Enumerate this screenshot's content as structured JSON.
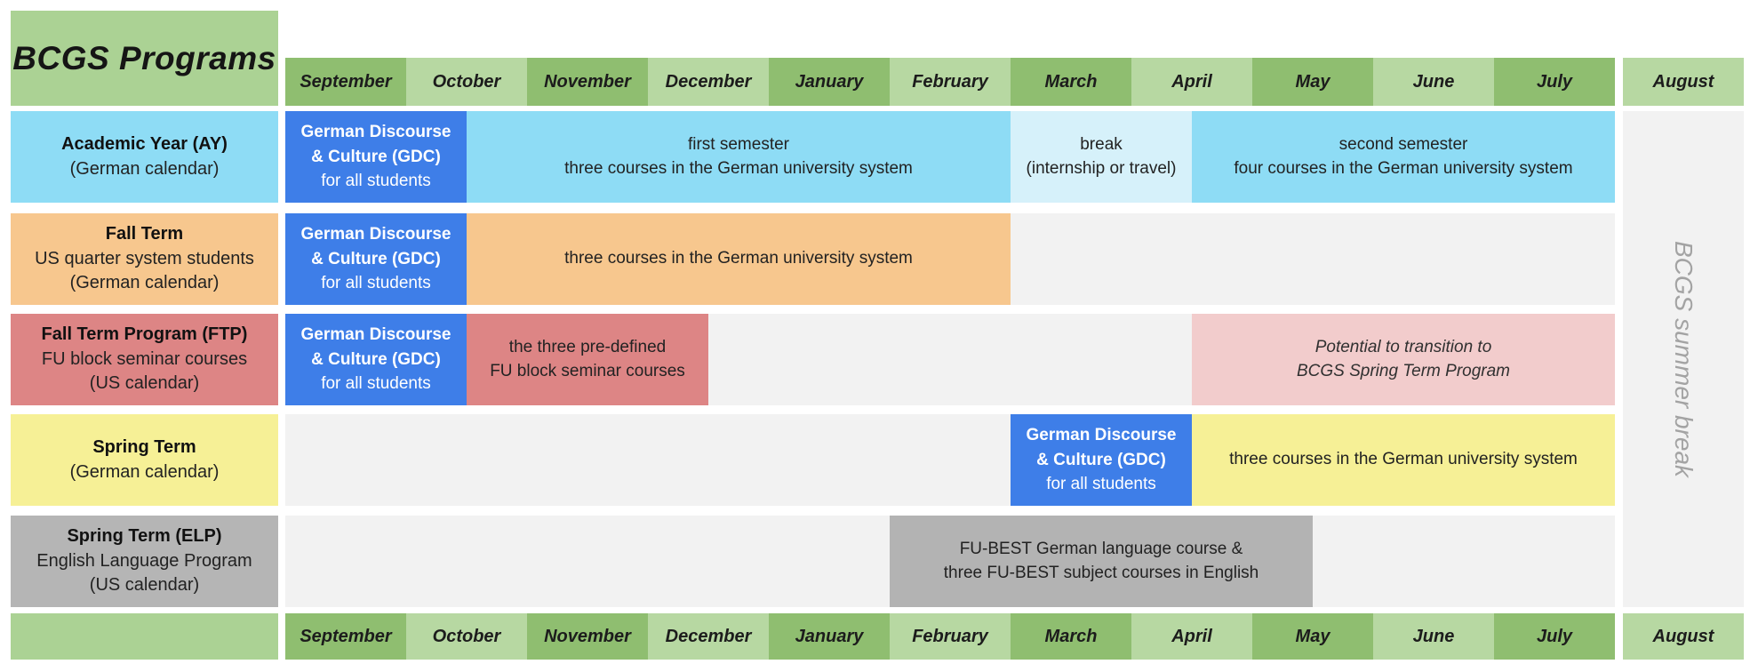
{
  "title": "BCGS Programs",
  "calendar": {
    "months": [
      "September",
      "October",
      "November",
      "December",
      "January",
      "February",
      "March",
      "April",
      "May",
      "June",
      "July"
    ],
    "extra_month": "August"
  },
  "summer_break": "BCGS summer break",
  "colors": {
    "month_dark_green": "#8fbe70",
    "month_light_green": "#b7d8a2",
    "title_green": "#abd294",
    "gdc_blue": "#3e7ee8",
    "academic_blue": "#8edcf5",
    "break_pale_blue": "#d6f1fa",
    "fall_orange": "#f7c78e",
    "ftp_salmon": "#dd8585",
    "transition_pink": "#f2cccc",
    "spring_yellow": "#f6f096",
    "elp_gray": "#b5b5b5",
    "elp_bar_gray": "#b3b3b3",
    "empty_track": "#f2f2f2",
    "summer_text": "#a3a3a3"
  },
  "gdc_box_lines": [
    "German Discourse",
    "& Culture (GDC)",
    "for all students"
  ],
  "programs": [
    {
      "id": "academic-year",
      "label_lines": [
        "Academic Year (AY)",
        "(German calendar)"
      ],
      "color": "#8edcf5",
      "segments": [
        {
          "from": 0,
          "to": 1.5,
          "kind": "gdc",
          "lines": [
            "German Discourse",
            "& Culture (GDC)",
            "for all students"
          ]
        },
        {
          "from": 1.5,
          "to": 6,
          "kind": "bar",
          "color": "#8edcf5",
          "lines": [
            "first semester",
            "three courses in the German university system"
          ]
        },
        {
          "from": 6,
          "to": 7.5,
          "kind": "bar",
          "color": "#d6f1fa",
          "lines": [
            "break",
            "(internship or travel)"
          ]
        },
        {
          "from": 7.5,
          "to": 11,
          "kind": "bar",
          "color": "#8edcf5",
          "lines": [
            "second semester",
            "four courses in the German university system"
          ]
        }
      ]
    },
    {
      "id": "fall-term",
      "label_lines": [
        "Fall Term",
        "US quarter system students",
        "(German calendar)"
      ],
      "color": "#f7c78e",
      "segments": [
        {
          "from": 0,
          "to": 1.5,
          "kind": "gdc",
          "lines": [
            "German Discourse",
            "& Culture (GDC)",
            "for all students"
          ]
        },
        {
          "from": 1.5,
          "to": 6,
          "kind": "bar",
          "color": "#f7c78e",
          "lines": [
            "three courses in the German university system"
          ]
        }
      ]
    },
    {
      "id": "fall-term-program",
      "label_lines": [
        "Fall Term Program (FTP)",
        "FU block seminar courses",
        "(US calendar)"
      ],
      "color": "#dd8585",
      "segments": [
        {
          "from": 0,
          "to": 1.5,
          "kind": "gdc",
          "lines": [
            "German Discourse",
            "& Culture (GDC)",
            "for all students"
          ]
        },
        {
          "from": 1.5,
          "to": 3.5,
          "kind": "bar",
          "color": "#dd8585",
          "lines": [
            "the three pre-defined",
            "FU block seminar courses"
          ]
        },
        {
          "from": 7.5,
          "to": 11,
          "kind": "bar",
          "color": "#f2cccc",
          "italic": true,
          "lines": [
            "Potential to transition to",
            "BCGS Spring Term Program"
          ]
        }
      ]
    },
    {
      "id": "spring-term",
      "label_lines": [
        "Spring Term",
        "(German calendar)"
      ],
      "color": "#f6f096",
      "segments": [
        {
          "from": 6,
          "to": 7.5,
          "kind": "gdc",
          "lines": [
            "German Discourse",
            "& Culture (GDC)",
            "for all students"
          ]
        },
        {
          "from": 7.5,
          "to": 11,
          "kind": "bar",
          "color": "#f6f096",
          "lines": [
            "three courses in the German university system"
          ]
        }
      ]
    },
    {
      "id": "spring-term-elp",
      "label_lines": [
        "Spring Term (ELP)",
        "English Language Program",
        "(US calendar)"
      ],
      "color": "#b5b5b5",
      "segments": [
        {
          "from": 5,
          "to": 8.5,
          "kind": "bar",
          "color": "#b3b3b3",
          "lines": [
            "FU-BEST German language course &",
            "three FU-BEST subject courses in English"
          ]
        }
      ]
    }
  ]
}
